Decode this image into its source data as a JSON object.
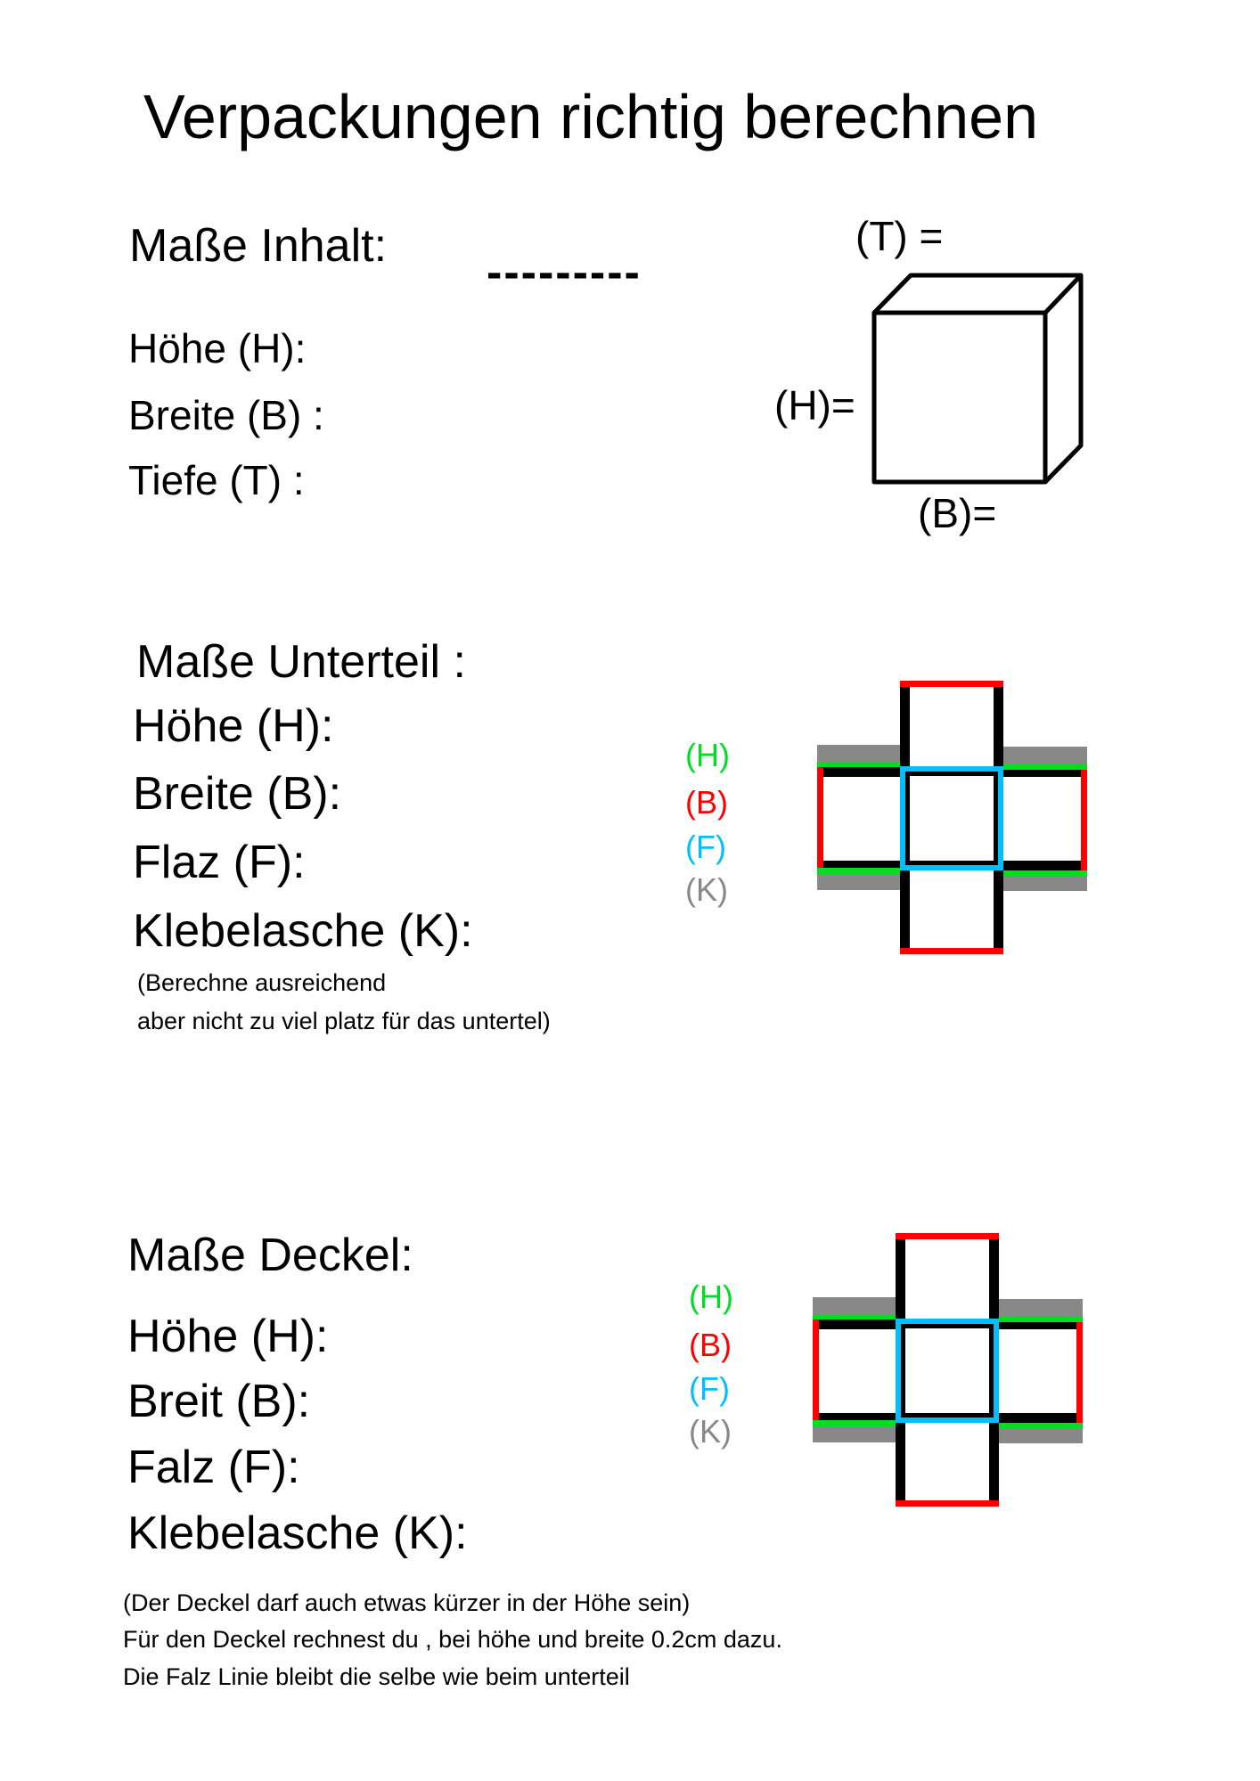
{
  "title": "Verpackungen richtig berechnen",
  "inhalt": {
    "heading": "Maße Inhalt:",
    "blank": "---------",
    "fields": [
      "Höhe (H):",
      "Breite (B) :",
      "Tiefe (T) :"
    ],
    "cube_labels": {
      "t": "(T) =",
      "h": "(H)=",
      "b": "(B)="
    }
  },
  "unterteil": {
    "heading": "Maße Unterteil :",
    "fields": [
      "Höhe (H):",
      "Breite (B):",
      "Flaz (F):",
      "Klebelasche (K):"
    ],
    "notes": [
      "(Berechne ausreichend",
      "aber nicht zu viel platz für das untertel)"
    ],
    "legend": [
      "(H)",
      "(B)",
      "(F)",
      "(K)"
    ]
  },
  "deckel": {
    "heading": "Maße Deckel:",
    "fields": [
      "Höhe (H):",
      "Breit (B):",
      "Falz (F):",
      "Klebelasche (K):"
    ],
    "notes": [
      "(Der Deckel darf auch etwas kürzer in der Höhe sein)",
      "Für den Deckel rechnest du , bei höhe und breite 0.2cm dazu.",
      "Die Falz Linie bleibt die selbe wie beim unterteil"
    ],
    "legend": [
      "(H)",
      "(B)",
      "(F)",
      "(K)"
    ]
  },
  "colors": {
    "H": "#00dd22",
    "B": "#ff0000",
    "F": "#00bfff",
    "K": "#888888"
  }
}
